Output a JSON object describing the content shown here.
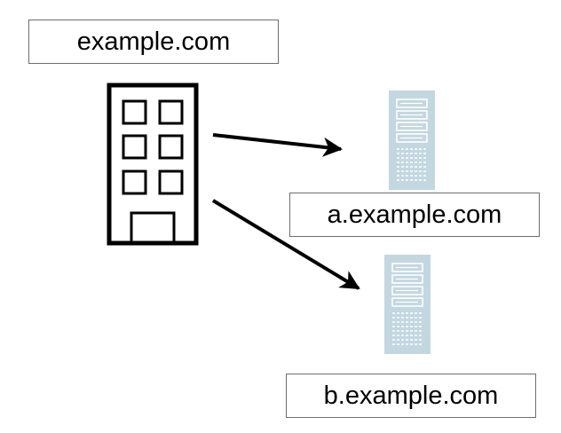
{
  "domains": {
    "root": "example.com",
    "a": "a.example.com",
    "b": "b.example.com"
  },
  "icons": {
    "organization": "office-building-icon",
    "server": "server-rack-icon"
  },
  "colors": {
    "server": "#c3d7e1",
    "line": "#000000",
    "border": "#6e6e6e"
  }
}
